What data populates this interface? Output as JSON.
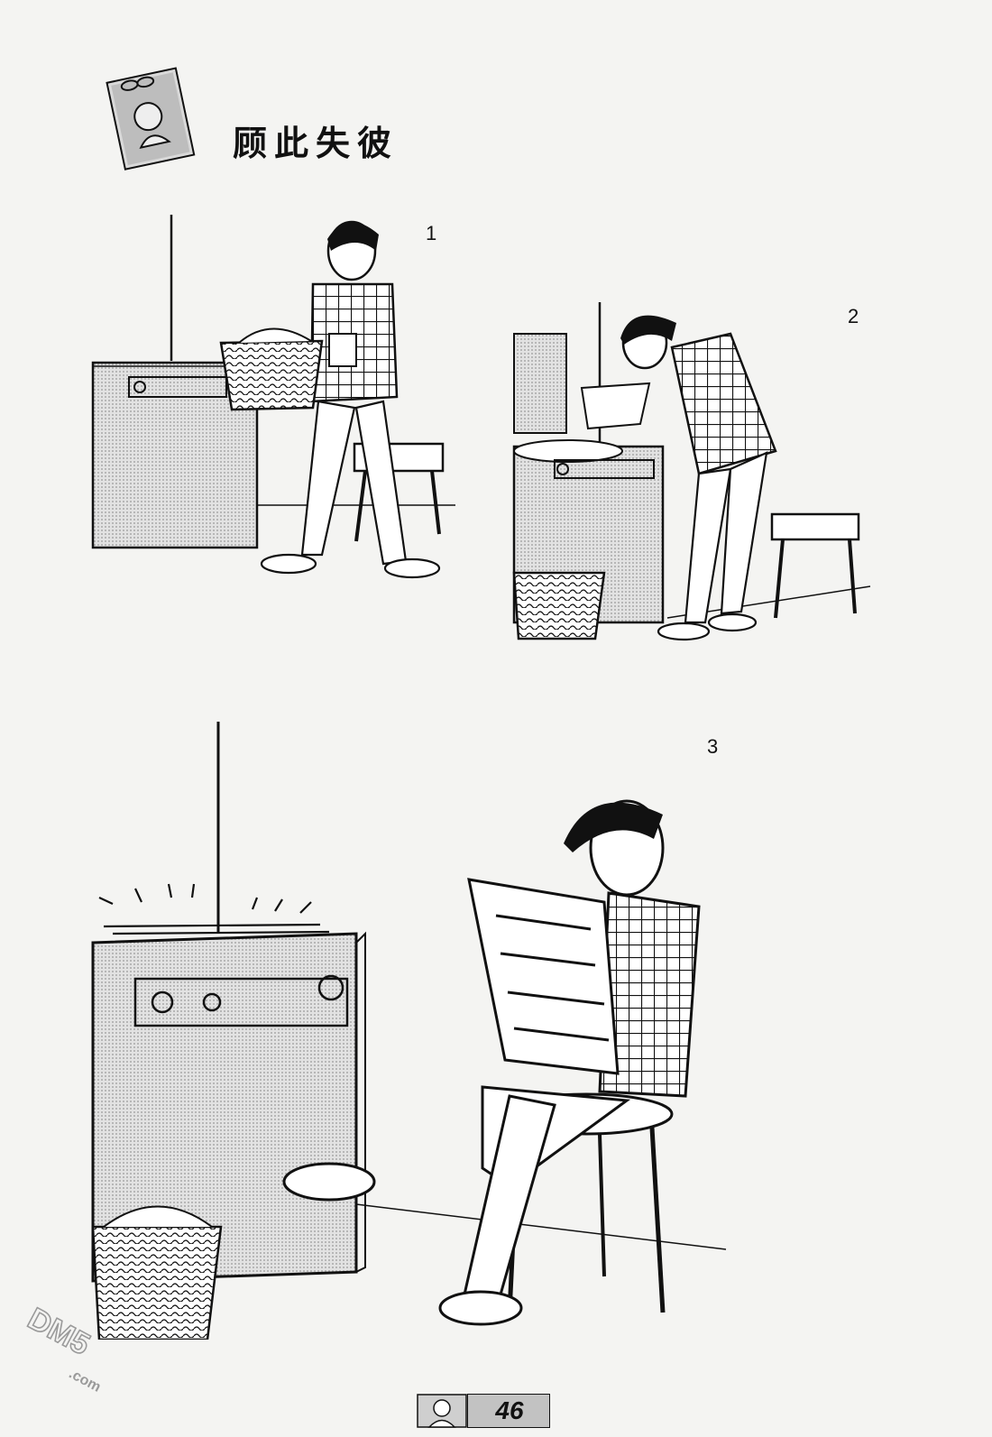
{
  "title": "顾此失彼",
  "panels": [
    {
      "number": "1"
    },
    {
      "number": "2"
    },
    {
      "number": "3"
    }
  ],
  "page_number": "46",
  "watermark": {
    "brand": "DM5",
    "suffix": ".com"
  },
  "colors": {
    "paper": "#f4f4f2",
    "ink": "#111111",
    "halftone": "#c9c9c9"
  }
}
